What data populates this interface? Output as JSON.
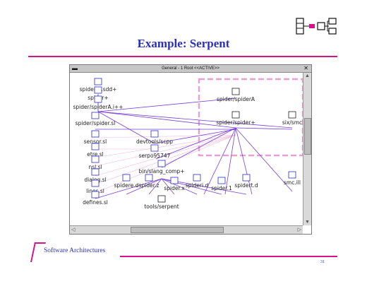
{
  "slide": {
    "title": "Example: Serpent",
    "footer_brand": "Software Architectures",
    "page_number": "31"
  },
  "window": {
    "title": "General - 1 Root  <<ACTIVE>>",
    "menu_icon": "window-menu-icon",
    "close_glyph": "✕",
    "scroll_up": "▲",
    "scroll_down": "▼",
    "scroll_left": "◁",
    "scroll_right": "▷"
  },
  "graph": {
    "nodes": [
      {
        "label": "spider/A.sdd+"
      },
      {
        "label": "spider+"
      },
      {
        "label": "spider/spiderA.i++"
      },
      {
        "label": "spider/spiderA"
      },
      {
        "label": "spider/spider.sl"
      },
      {
        "label": "sensor.sl"
      },
      {
        "label": "devtools/scpp"
      },
      {
        "label": "etre.sl"
      },
      {
        "label": "serpo95747"
      },
      {
        "label": "nsl.sl"
      },
      {
        "label": "bin/slang_comp+"
      },
      {
        "label": "dialog.sl"
      },
      {
        "label": "spidere.d"
      },
      {
        "label": "spider.z"
      },
      {
        "label": "spider.x"
      },
      {
        "label": "spideri.d"
      },
      {
        "label": "spider.1"
      },
      {
        "label": "spidert.d"
      },
      {
        "label": "lines.sl"
      },
      {
        "label": "defines.sl"
      },
      {
        "label": "tools/serpent"
      },
      {
        "label": "spider/spider+"
      },
      {
        "label": "six/smc"
      },
      {
        "label": "smc.ill"
      }
    ]
  },
  "colors": {
    "accent": "#d4148a",
    "title_blue": "#2a2ec8",
    "edge": "#7a3fd8",
    "node_box": "#2a2ec8",
    "selection": "#e8a0d4"
  }
}
